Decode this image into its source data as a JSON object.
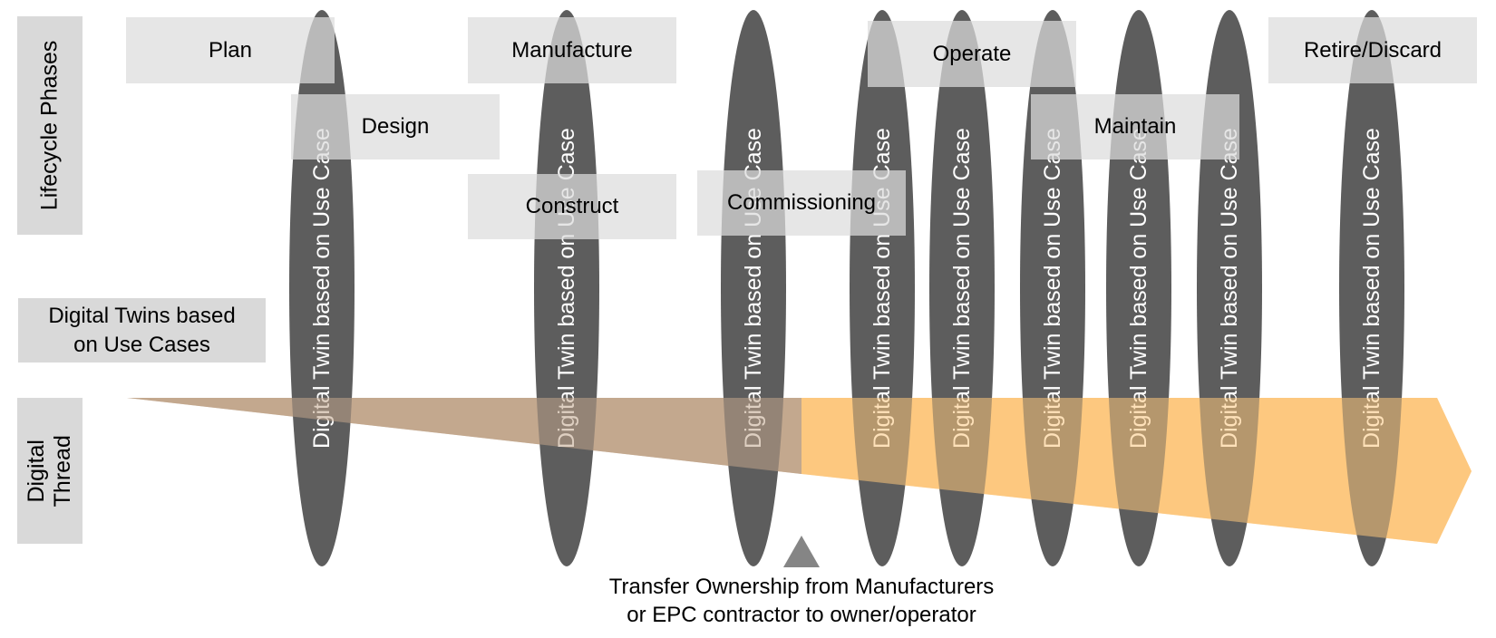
{
  "row_labels": {
    "lifecycle": "Lifecycle Phases",
    "twins_line1": "Digital Twins based",
    "twins_line2": "on Use Cases",
    "thread_line1": "Digital",
    "thread_line2": "Thread"
  },
  "phases": {
    "plan": "Plan",
    "design": "Design",
    "manufacture": "Manufacture",
    "construct": "Construct",
    "commissioning": "Commissioning",
    "operate": "Operate",
    "maintain": "Maintain",
    "retire": "Retire/Discard"
  },
  "twin_label": "Digital Twin based on Use Case",
  "transfer": {
    "line1": "Transfer Ownership from Manufacturers",
    "line2": "or EPC contractor to owner/operator"
  },
  "colors": {
    "ellipse": "#565656",
    "thread_early": "#c3a88e",
    "thread_late": "#fdc87f",
    "phase_box": "#dcdcdc",
    "marker": "#858585"
  }
}
